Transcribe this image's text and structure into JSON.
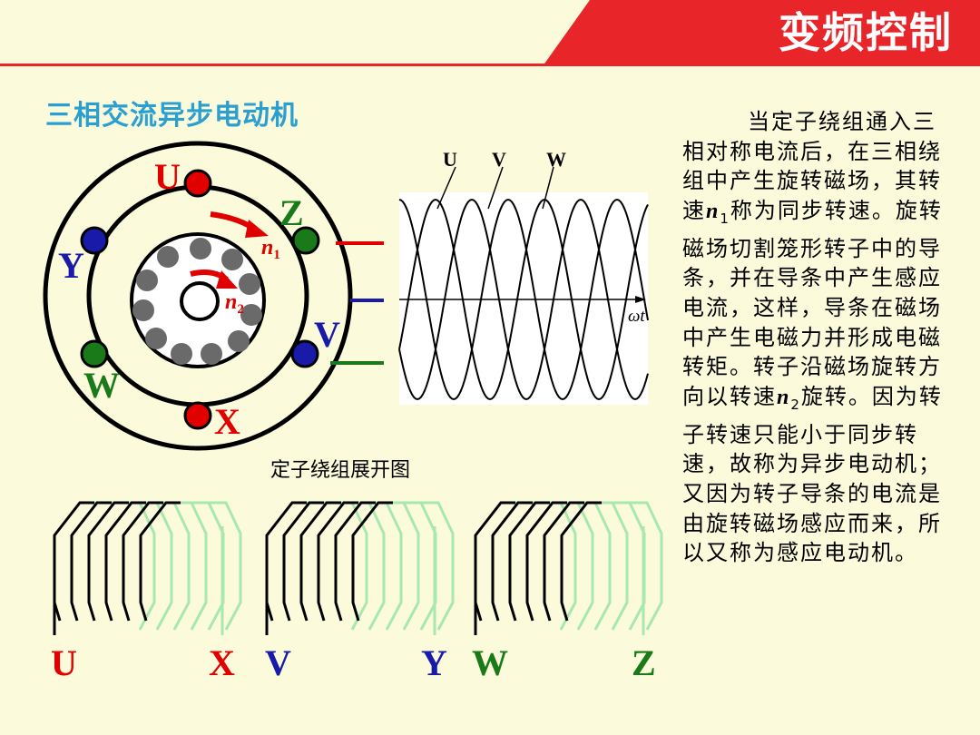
{
  "header": {
    "title": "变频控制"
  },
  "subtitle": "三相交流异步电动机",
  "motor": {
    "labels": {
      "u": "U",
      "v": "V",
      "w": "W",
      "x": "X",
      "y": "Y",
      "z": "Z"
    },
    "speed_outer": {
      "sym": "n",
      "sub": "1"
    },
    "speed_inner": {
      "sym": "n",
      "sub": "2"
    }
  },
  "waveform": {
    "series": [
      "U",
      "V",
      "W"
    ],
    "axis_label": "ωt"
  },
  "caption": "定子绕组展开图",
  "windings": [
    {
      "start": "U",
      "end": "X"
    },
    {
      "start": "V",
      "end": "Y"
    },
    {
      "start": "W",
      "end": "Z"
    }
  ],
  "description": {
    "p1": "当定子绕组通入三相对称电流后，在三相绕组中产生旋转磁场，其转速",
    "n1_sym": "n",
    "n1_sub": "1",
    "p2": "称为同步转速。旋转磁场切割笼形转子中的导条，并在导条中产生感应电流，这样，导条在磁场中产生电磁力并形成电磁转矩。转子沿磁场旋转方向以转速",
    "n2_sym": "n",
    "n2_sub": "2",
    "p3": "旋转。因为转子转速只能小于同步转速，故称为异步电动机；又因为转子导条的电流是由旋转磁场感应而来，所以又称为感应电动机。"
  },
  "colors": {
    "header_red": "#e8262a",
    "subtitle_blue": "#2a9fd0",
    "u_red": "#e00000",
    "v_blue": "#1a1aa8",
    "w_green": "#1a7a1a",
    "coil_green": "#a8e8b0",
    "background": "#fbfbdc"
  }
}
